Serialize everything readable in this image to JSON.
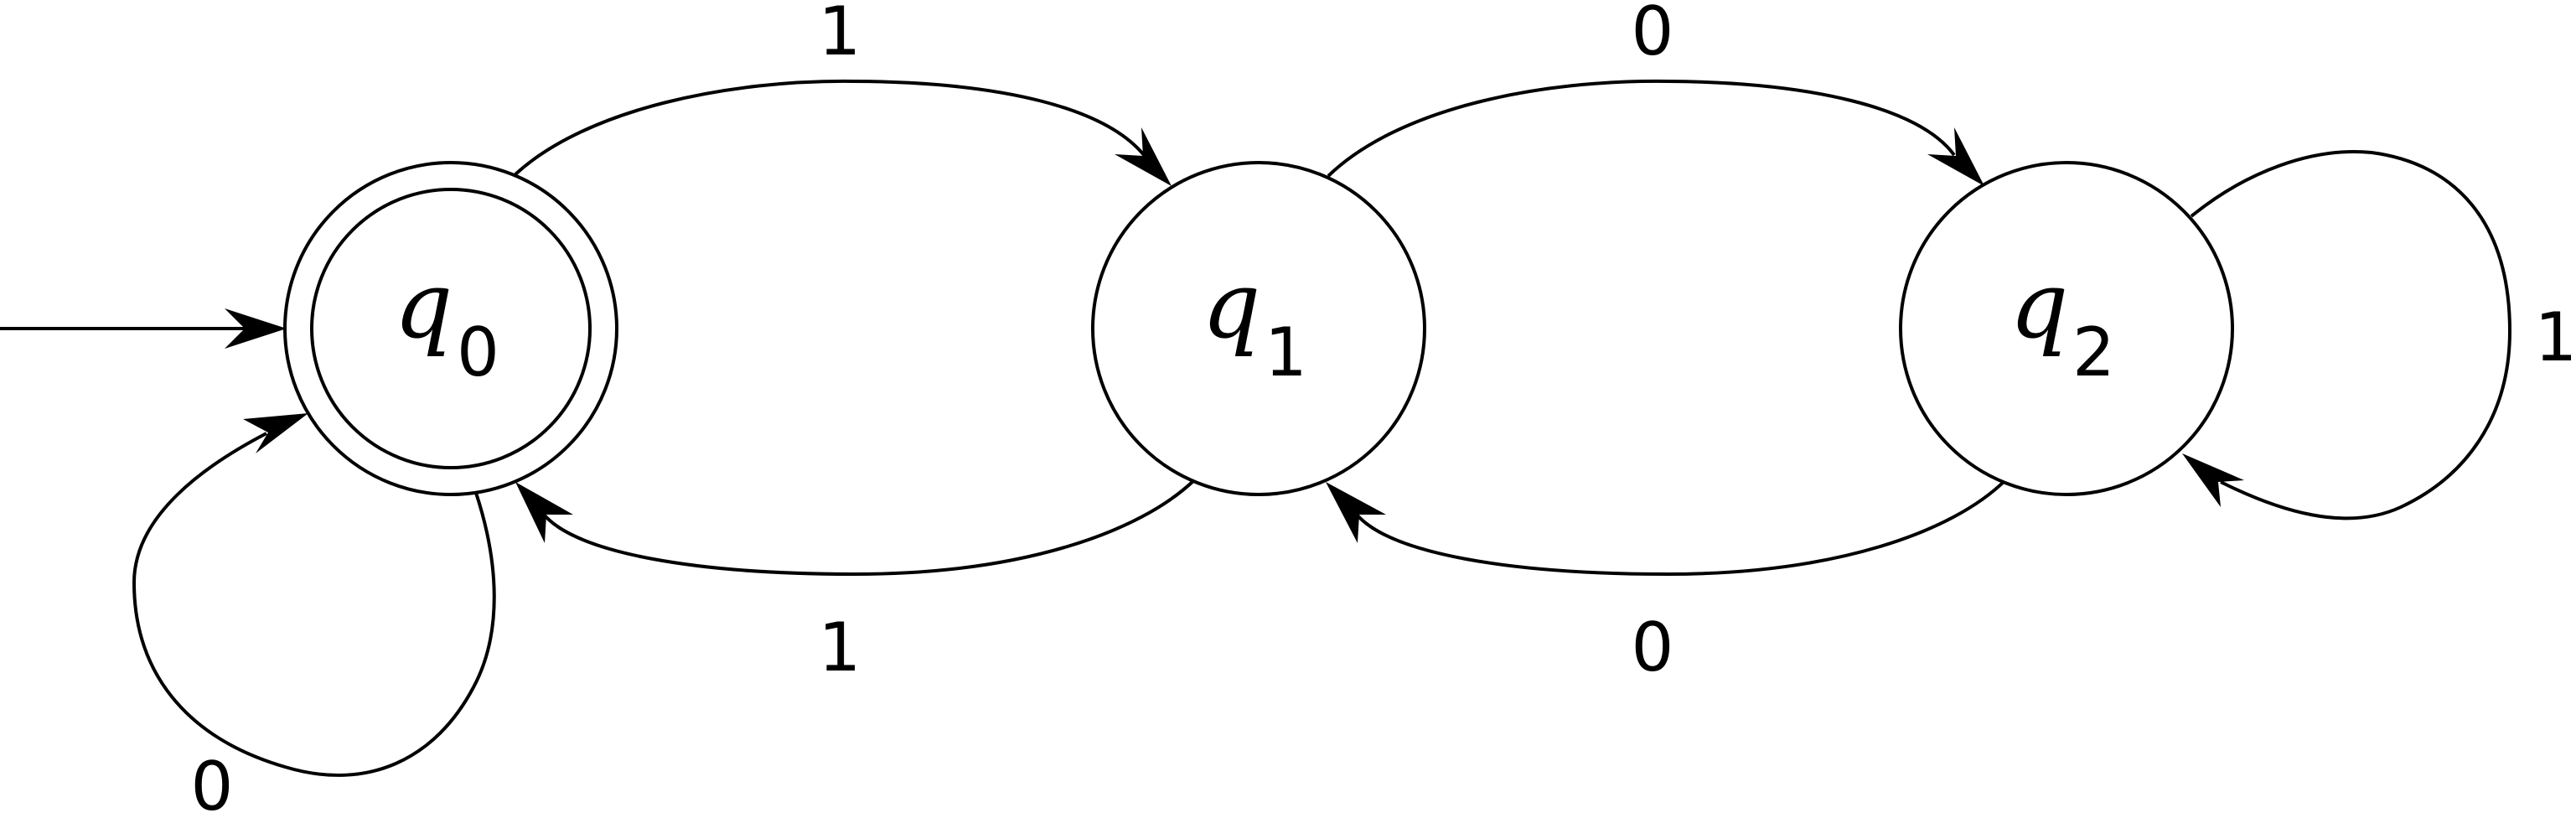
{
  "diagram": {
    "states": [
      {
        "id": "q0",
        "name": "q",
        "subscript": "0",
        "accepting": true,
        "initial": true
      },
      {
        "id": "q1",
        "name": "q",
        "subscript": "1",
        "accepting": false,
        "initial": false
      },
      {
        "id": "q2",
        "name": "q",
        "subscript": "2",
        "accepting": false,
        "initial": false
      }
    ],
    "transitions": [
      {
        "from": "q0",
        "to": "q1",
        "label": "1"
      },
      {
        "from": "q1",
        "to": "q2",
        "label": "0"
      },
      {
        "from": "q2",
        "to": "q2",
        "label": "1"
      },
      {
        "from": "q2",
        "to": "q1",
        "label": "0"
      },
      {
        "from": "q1",
        "to": "q0",
        "label": "1"
      },
      {
        "from": "q0",
        "to": "q0",
        "label": "0"
      }
    ]
  }
}
